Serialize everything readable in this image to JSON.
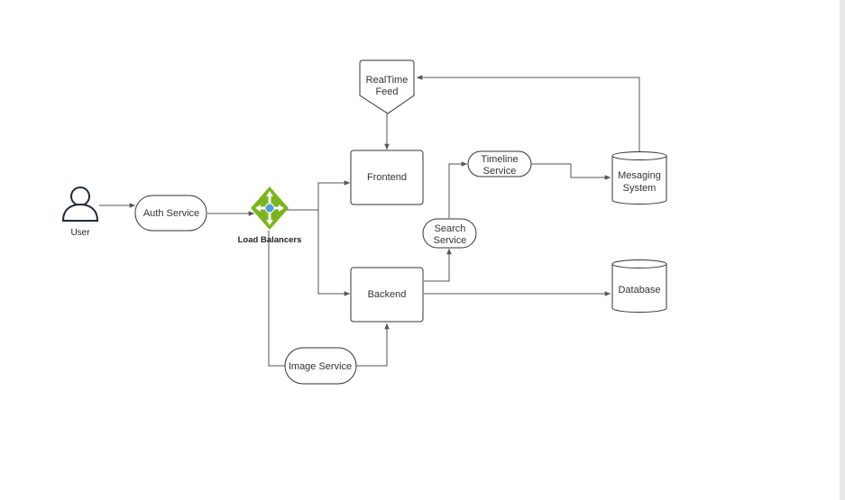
{
  "diagram": {
    "nodes": {
      "user": "User",
      "auth_service": "Auth Service",
      "load_balancers": "Load Balancers",
      "realtime_feed": [
        "RealTime",
        "Feed"
      ],
      "frontend": "Frontend",
      "backend": "Backend",
      "timeline_service": [
        "Timeline",
        "Service"
      ],
      "search_service": [
        "Search",
        "Service"
      ],
      "messaging_system": [
        "Mesaging",
        "System"
      ],
      "database": "Database",
      "image_service": "Image Service"
    },
    "colors": {
      "stroke": "#333333",
      "edge": "#555555",
      "load_balancer_fill": "#7ab51d",
      "load_balancer_inner": "#4a9fd8",
      "user_icon": "#1f2a3a"
    },
    "icons": {
      "user": "user-icon",
      "load_balancers": "load-balancer-icon"
    }
  }
}
